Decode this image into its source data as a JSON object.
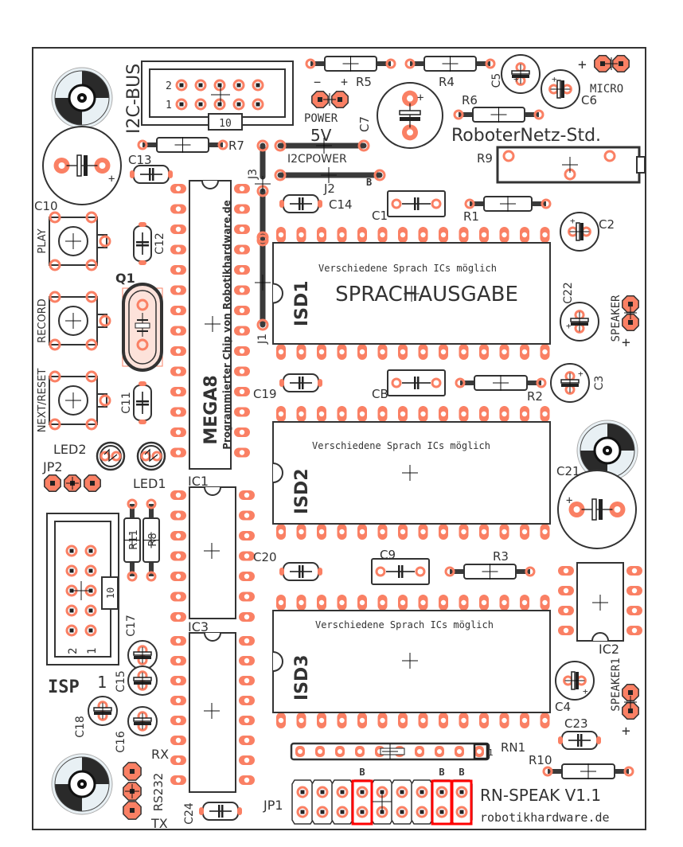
{
  "board": {
    "title": "RN-SPEAK V1.1",
    "website": "robotikhardware.de",
    "standard": "RoboterNetz-Std.",
    "colors": {
      "pad": "#fa8064",
      "silk": "#333333",
      "trace": "#3a3a3a",
      "jumper_highlight": "#ff0000",
      "background": "#ffffff"
    }
  },
  "connectors": {
    "i2c_bus": {
      "name": "I2C-BUS",
      "pin_row_top": "2",
      "pin_row_bottom": "1",
      "key_label": "10"
    },
    "isp": {
      "name": "ISP",
      "pin_col_left": "2",
      "pin_col_right": "1",
      "key_label": "10",
      "pin1_marker": "1"
    },
    "power": {
      "name": "POWER",
      "voltage": "5V",
      "minus": "−",
      "plus": "+"
    },
    "micro": {
      "name": "MICRO",
      "plus": "+"
    },
    "speaker": {
      "name": "SPEAKER",
      "plus": "+"
    },
    "speaker1": {
      "name": "SPEAKER1",
      "plus": "+"
    },
    "rs232": {
      "name": "RS232",
      "rx": "RX",
      "tx": "TX"
    },
    "jp1": {
      "name": "JP1",
      "bridge_marks": [
        "B",
        "B",
        "B"
      ]
    },
    "jp2": {
      "name": "JP2"
    },
    "i2cpower": {
      "name": "I2CPOWER"
    },
    "j1": {
      "name": "J1"
    },
    "j2": {
      "name": "J2",
      "bridge": "B"
    },
    "j3": {
      "name": "J3"
    }
  },
  "ics": {
    "mega8": {
      "name": "MEGA8",
      "note": "Programmierter Chip von Robotikhardware.de"
    },
    "isd1": {
      "name": "ISD1",
      "note": "Verschiedene Sprach ICs möglich",
      "title": "SPRACHAUSGABE"
    },
    "isd2": {
      "name": "ISD2",
      "note": "Verschiedene Sprach ICs möglich"
    },
    "isd3": {
      "name": "ISD3",
      "note": "Verschiedene Sprach ICs möglich"
    },
    "ic1": {
      "name": "IC1"
    },
    "ic2": {
      "name": "IC2"
    },
    "ic3": {
      "name": "IC3"
    }
  },
  "buttons": {
    "play": "PLAY",
    "record": "RECORD",
    "next_reset": "NEXT/RESET"
  },
  "leds": {
    "led1": "LED1",
    "led2": "LED2"
  },
  "crystal": "Q1",
  "resistors": {
    "r1": "R1",
    "r2": "R2",
    "r3": "R3",
    "r4": "R4",
    "r5": "R5",
    "r6": "R6",
    "r7": "R7",
    "r8": "R8",
    "r9": "R9",
    "r10": "R10",
    "r11": "R11",
    "rn1": "RN1",
    "rn1_pin": "1",
    "r5_minus": "−",
    "r5_plus": "+"
  },
  "capacitors": {
    "c1": "C1",
    "c2": "C2",
    "c3": "C3",
    "c4": "C4",
    "c5": "C5",
    "c6": "C6",
    "c7": "C7",
    "c8": "CB",
    "c9": "C9",
    "c10": "C10",
    "c11": "C11",
    "c12": "C12",
    "c13": "C13",
    "c14": "C14",
    "c15": "C15",
    "c16": "C16",
    "c17": "C17",
    "c18": "C18",
    "c19": "C19",
    "c20": "C20",
    "c21": "C21",
    "c22": "C22",
    "c23": "C23",
    "c24": "C24",
    "plus": "+"
  }
}
